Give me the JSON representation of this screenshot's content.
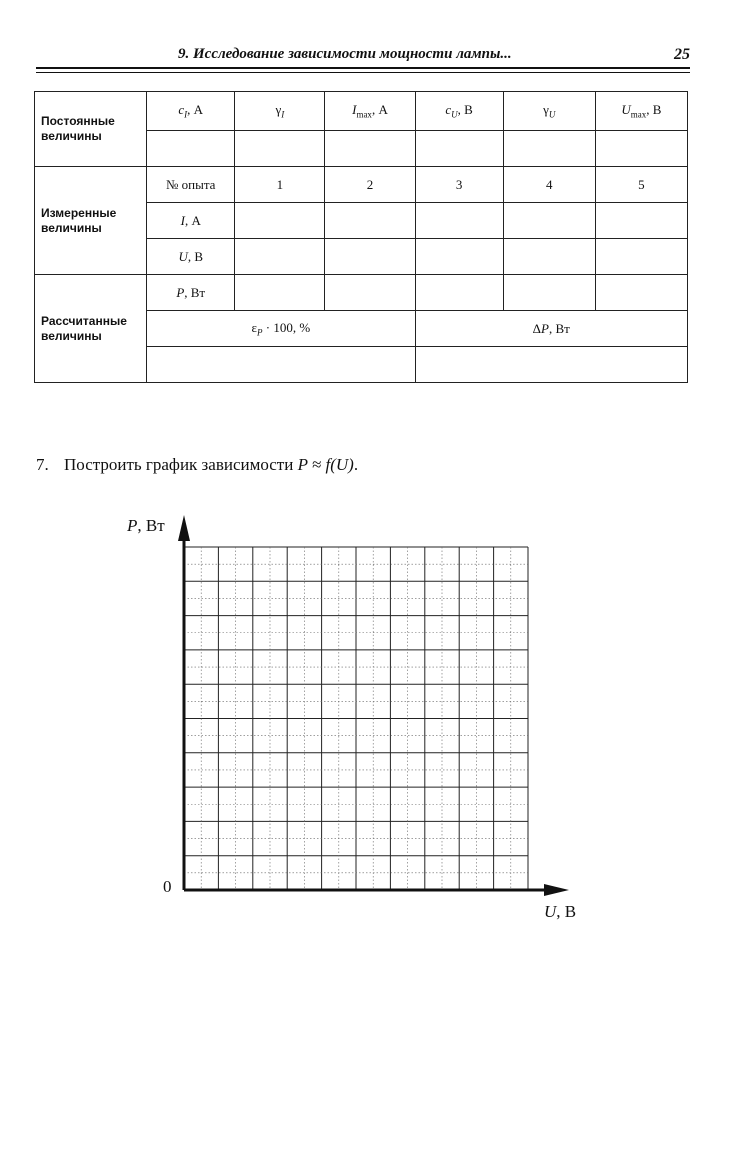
{
  "header": {
    "running_title": "9. Исследование зависимости мощности лампы...",
    "page_number": "25"
  },
  "table": {
    "groups": {
      "constant": [
        "Постоянные",
        "величины"
      ],
      "measured": [
        "Измеренные",
        "величины"
      ],
      "calculated": [
        "Рассчитанные",
        "величины"
      ]
    },
    "constant_headers": [
      {
        "base": "c",
        "sub": "I",
        "unit": ", А"
      },
      {
        "base": "γ",
        "sub": "I",
        "unit": ""
      },
      {
        "base": "I",
        "sub": "max",
        "unit": ", А"
      },
      {
        "base": "c",
        "sub": "U",
        "unit": ", В"
      },
      {
        "base": "γ",
        "sub": "U",
        "unit": ""
      },
      {
        "base": "U",
        "sub": "max",
        "unit": ", В"
      }
    ],
    "experiment_label": "№ опыта",
    "experiment_numbers": [
      "1",
      "2",
      "3",
      "4",
      "5"
    ],
    "current_label": {
      "symbol": "I",
      "unit": ", А"
    },
    "voltage_label": {
      "symbol": "U",
      "unit": ", В"
    },
    "power_label": {
      "symbol": "P",
      "unit": ", Вт"
    },
    "error_label": {
      "prefix": "ε",
      "sub": "P",
      "rest": " · 100, %"
    },
    "delta_label": {
      "prefix": "Δ",
      "symbol": "P",
      "unit": ", Вт"
    }
  },
  "task": {
    "number": "7.",
    "text": "Построить график зависимости ",
    "formula": "P ≈ f(U)",
    "end": "."
  },
  "graph": {
    "y_label": {
      "symbol": "P",
      "unit": ", Вт"
    },
    "x_label": {
      "symbol": "U",
      "unit": ", В"
    },
    "origin": "0",
    "grid_columns": 10,
    "grid_rows": 10
  }
}
